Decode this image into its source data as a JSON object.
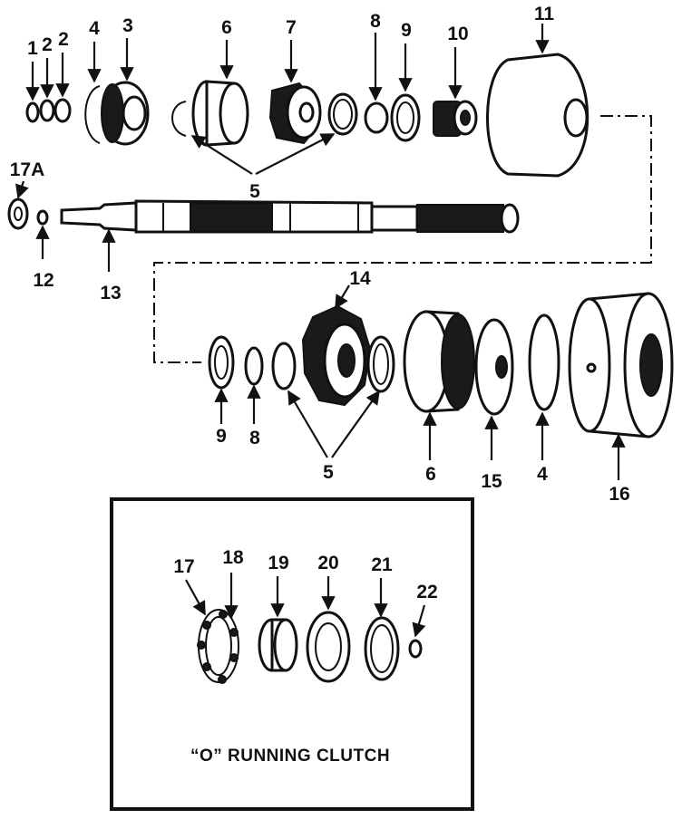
{
  "labels": {
    "p1": "1",
    "p2a": "2",
    "p2b": "2",
    "p3": "3",
    "p4a": "4",
    "p6a": "6",
    "p7": "7",
    "p8a": "8",
    "p9a": "9",
    "p10": "10",
    "p11": "11",
    "p5a": "5",
    "p17a": "17A",
    "p12": "12",
    "p13": "13",
    "p14": "14",
    "p9b": "9",
    "p8b": "8",
    "p5b": "5",
    "p6b": "6",
    "p15": "15",
    "p4b": "4",
    "p16": "16",
    "p17": "17",
    "p18": "18",
    "p19": "19",
    "p20": "20",
    "p21": "21",
    "p22": "22"
  },
  "inset": {
    "caption": "“O” RUNNING CLUTCH"
  }
}
